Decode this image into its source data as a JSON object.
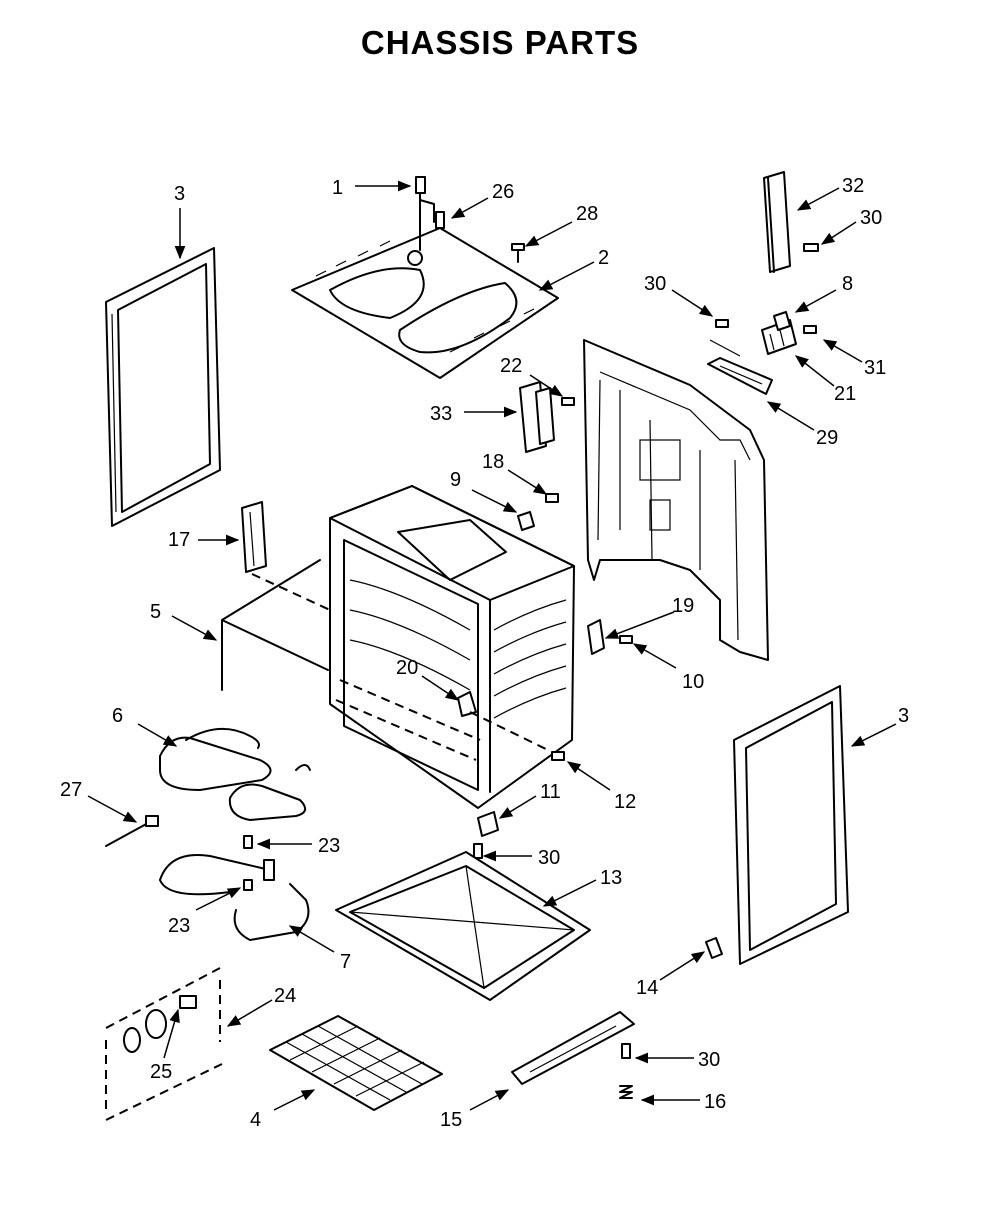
{
  "title": "CHASSIS PARTS",
  "callouts": [
    "1",
    "2",
    "3",
    "3",
    "4",
    "5",
    "6",
    "7",
    "8",
    "9",
    "10",
    "11",
    "12",
    "13",
    "14",
    "15",
    "16",
    "17",
    "18",
    "19",
    "20",
    "21",
    "22",
    "23",
    "23",
    "24",
    "25",
    "26",
    "27",
    "28",
    "29",
    "30",
    "30",
    "30",
    "30",
    "31",
    "32",
    "33"
  ]
}
